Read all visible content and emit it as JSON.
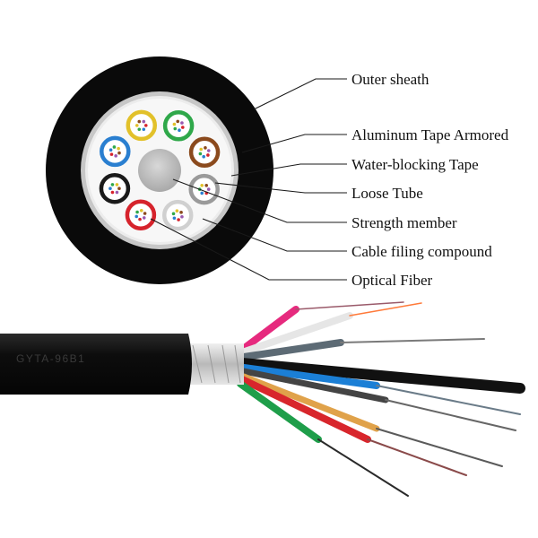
{
  "diagram": {
    "labels": [
      {
        "id": "outer-sheath",
        "text": "Outer sheath"
      },
      {
        "id": "aluminum-tape",
        "text": "Aluminum Tape Armored"
      },
      {
        "id": "water-blocking-tape",
        "text": "Water-blocking Tape"
      },
      {
        "id": "loose-tube",
        "text": "Loose Tube"
      },
      {
        "id": "strength-member",
        "text": "Strength member"
      },
      {
        "id": "cable-filling-compound",
        "text": "Cable filing compound"
      },
      {
        "id": "optical-fiber",
        "text": "Optical Fiber"
      }
    ],
    "cable_print": "GYTA-96B1",
    "loose_tube_colors": [
      "#e2c12a",
      "#2fa84a",
      "#8b4a1d",
      "#9a9a9a",
      "#ffffff",
      "#d6232c",
      "#1a1a1a",
      "#2a7fd0"
    ]
  }
}
